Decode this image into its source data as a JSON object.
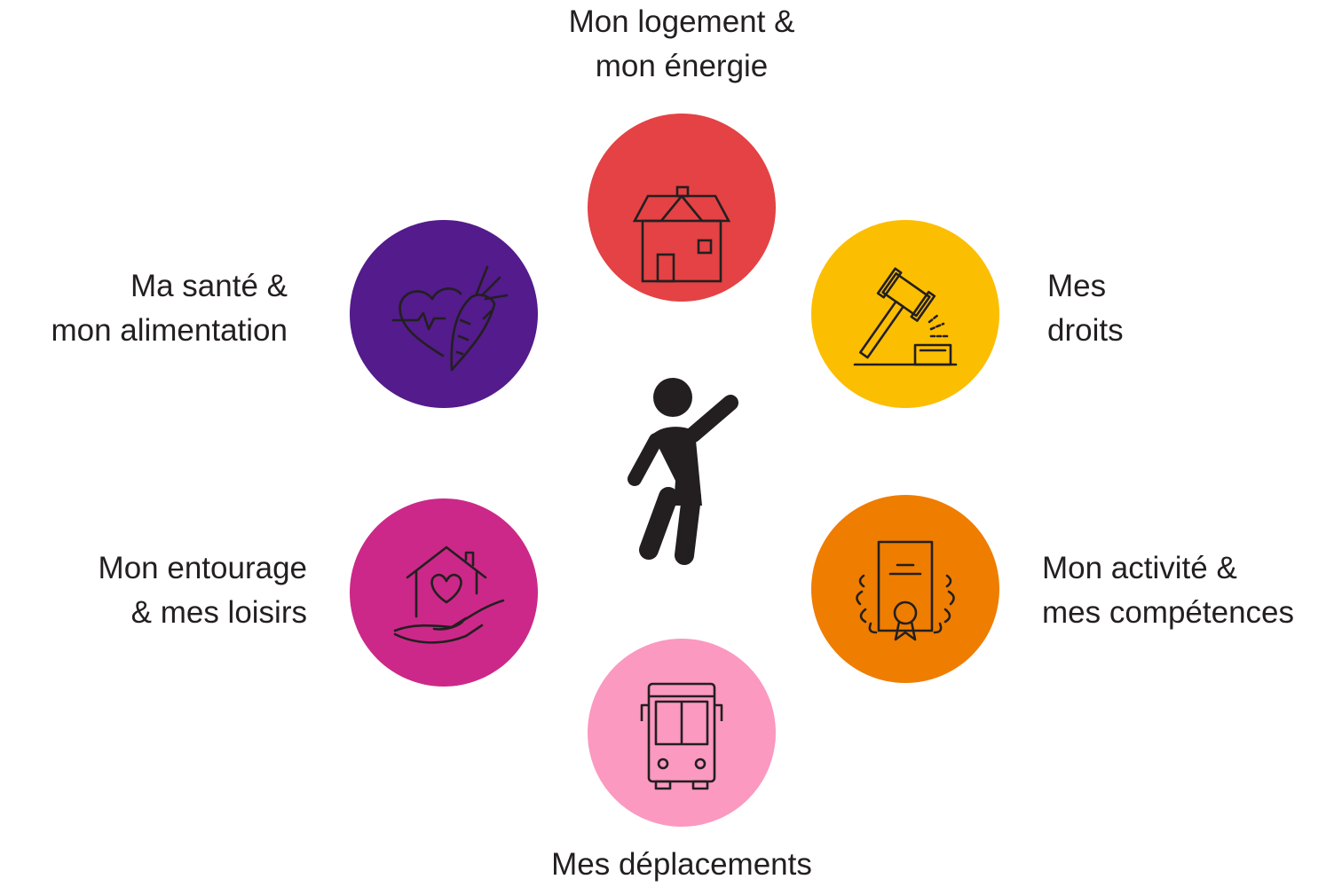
{
  "center_icon": "person-raising-hand-icon",
  "items": {
    "logement": {
      "line1": "Mon logement &",
      "line2": "mon énergie",
      "color": "#e44244",
      "icon": "house-icon"
    },
    "droits": {
      "line1": "Mes",
      "line2": "droits",
      "color": "#fcbe00",
      "icon": "gavel-icon"
    },
    "activite": {
      "line1": "Mon activité &",
      "line2": "mes compétences",
      "color": "#ef7d00",
      "icon": "certificate-icon"
    },
    "deplacements": {
      "line1": "Mes déplacements",
      "color": "#fb99c0",
      "icon": "bus-icon"
    },
    "entourage": {
      "line1": "Mon entourage",
      "line2": "& mes loisirs",
      "color": "#cc2889",
      "icon": "home-heart-hand-icon"
    },
    "sante": {
      "line1": "Ma santé &",
      "line2": "mon alimentation",
      "color": "#531b8b",
      "icon": "heart-carrot-icon"
    }
  }
}
